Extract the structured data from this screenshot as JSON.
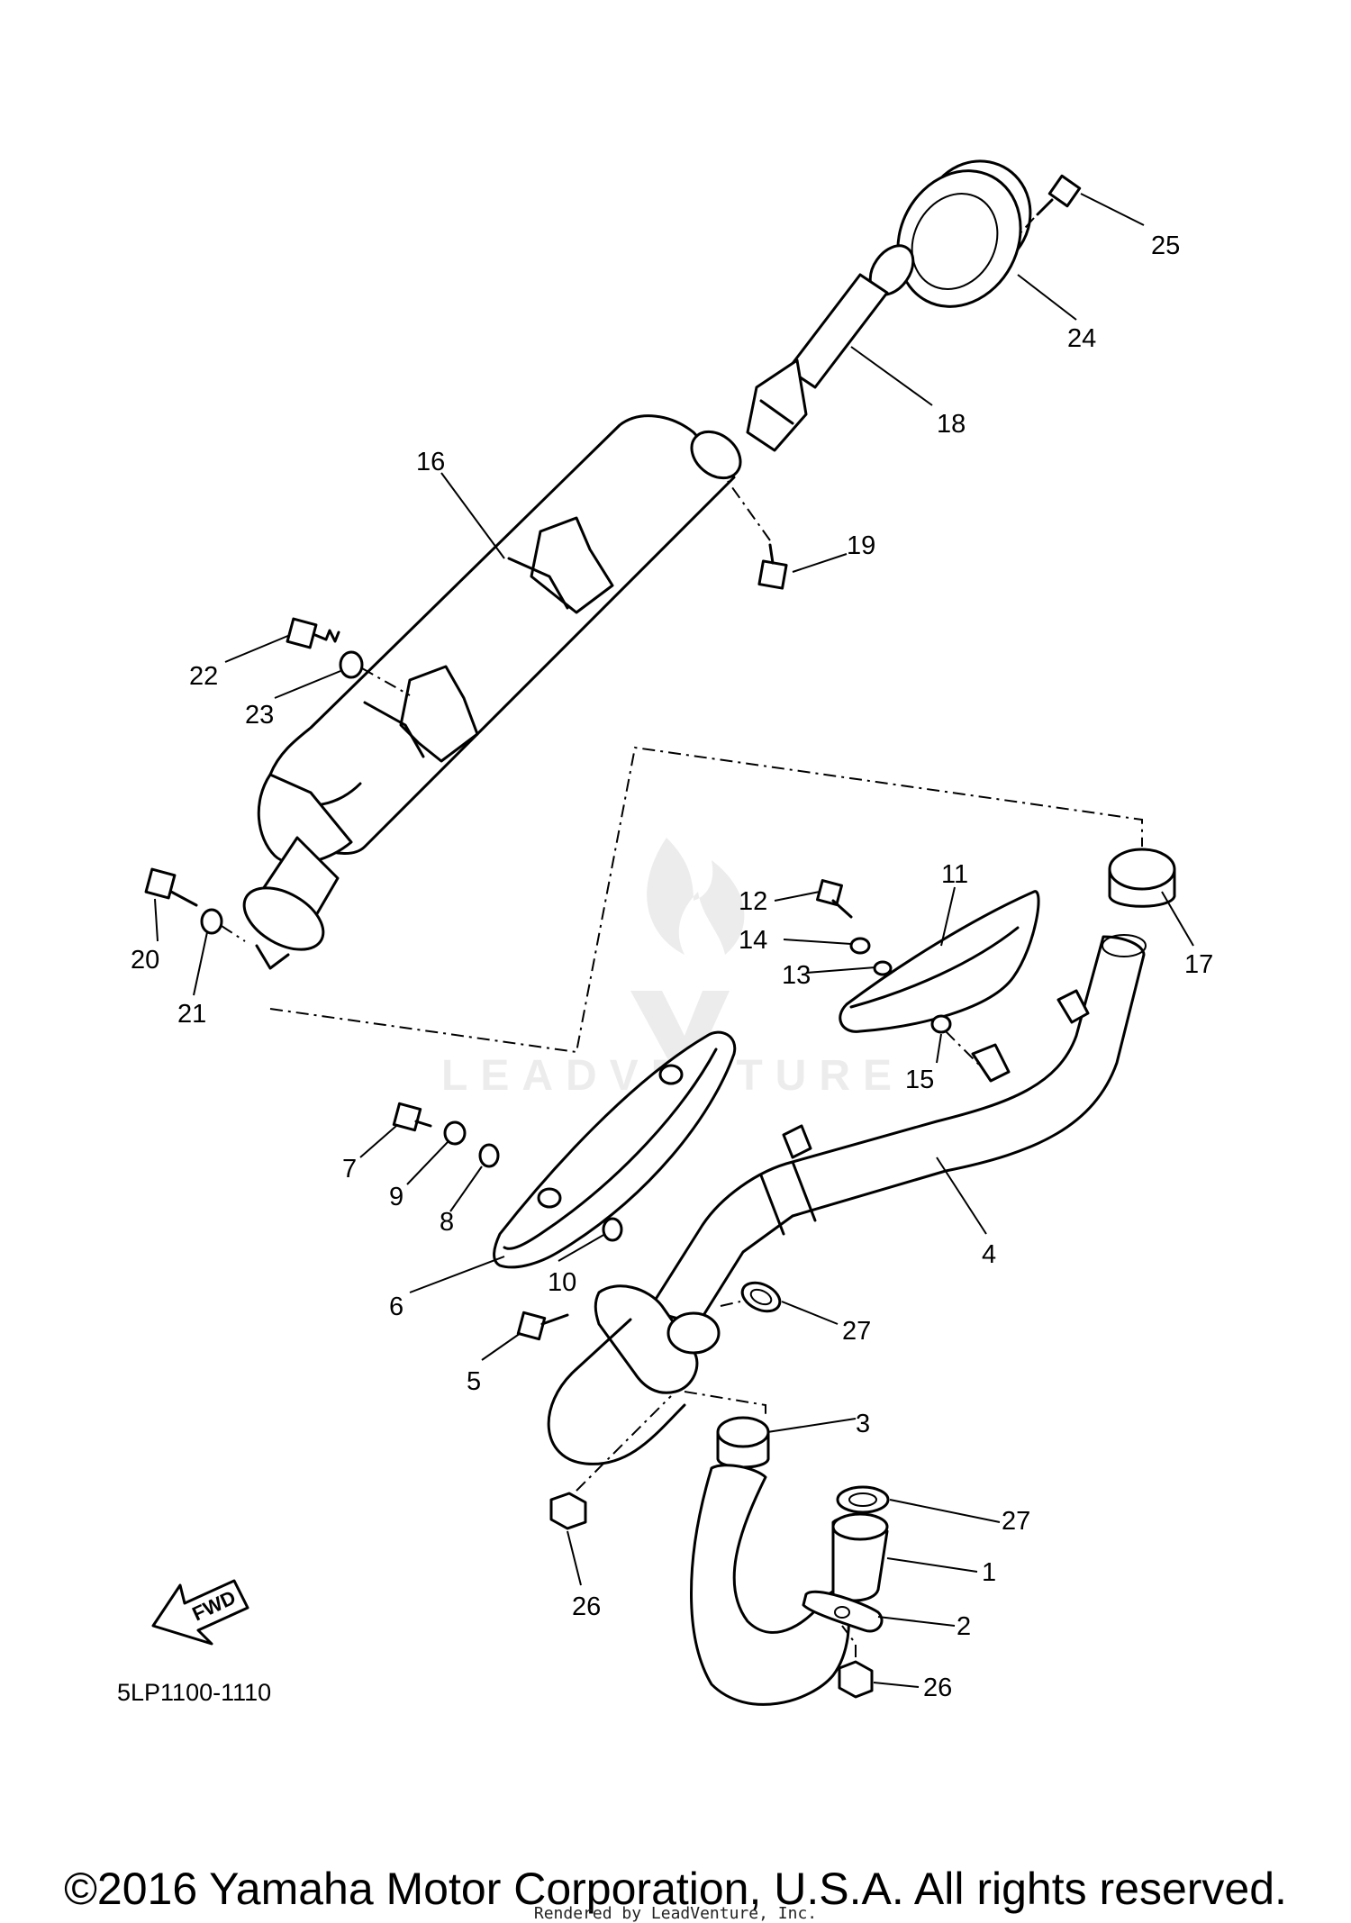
{
  "diagram_code": "5LP1100-1110",
  "fwd_label": "FWD",
  "watermark_text": "LEADVENTURE",
  "copyright": "©2016 Yamaha Motor Corporation, U.S.A. All rights reserved.",
  "rendered_by": "Rendered by LeadVenture, Inc.",
  "callouts": {
    "c1": "1",
    "c2": "2",
    "c3": "3",
    "c4": "4",
    "c5": "5",
    "c6": "6",
    "c7": "7",
    "c8": "8",
    "c9": "9",
    "c10": "10",
    "c11": "11",
    "c12": "12",
    "c13": "13",
    "c14": "14",
    "c15": "15",
    "c16": "16",
    "c17": "17",
    "c18": "18",
    "c19": "19",
    "c20": "20",
    "c21": "21",
    "c22": "22",
    "c23": "23",
    "c24": "24",
    "c25": "25",
    "c26a": "26",
    "c26b": "26",
    "c27a": "27",
    "c27b": "27"
  }
}
